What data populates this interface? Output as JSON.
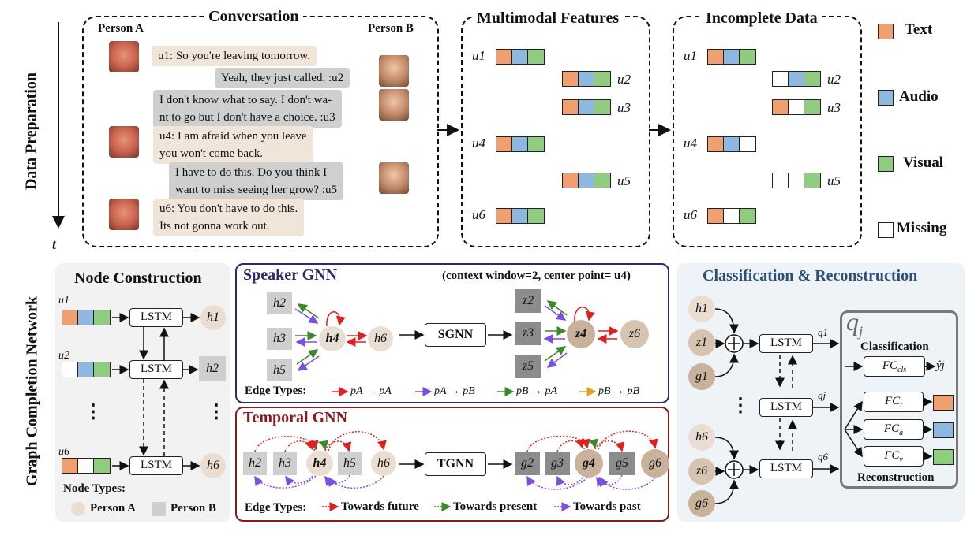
{
  "side_labels": {
    "prep": "Data Preparation",
    "gcn": "Graph Completion Network",
    "time": "t"
  },
  "conversation": {
    "title": "Conversation",
    "person_a": "Person A",
    "person_b": "Person B",
    "utterances": [
      {
        "id": "u1",
        "sub": "1",
        "speaker": "A",
        "lines": [
          "u1: So you're leaving tomorrow."
        ]
      },
      {
        "id": "u2",
        "sub": "2",
        "speaker": "B",
        "lines": [
          "Yeah, they just called. :u2"
        ]
      },
      {
        "id": "u3",
        "sub": "3",
        "speaker": "B",
        "lines": [
          "I don't know what to say. I don't wa-",
          "nt to go but I don't have a choice. :u3"
        ]
      },
      {
        "id": "u4",
        "sub": "4",
        "speaker": "A",
        "lines": [
          "u4: I am afraid when you leave",
          "you won't come back."
        ]
      },
      {
        "id": "u5",
        "sub": "5",
        "speaker": "B",
        "lines": [
          "I have to do this. Do you think I",
          "want to miss seeing her grow? :u5"
        ]
      },
      {
        "id": "u6",
        "sub": "6",
        "speaker": "A",
        "lines": [
          "u6: You don't have to do this.",
          "Its not gonna work out."
        ]
      }
    ]
  },
  "multimodal": {
    "title": "Multimodal Features"
  },
  "incomplete": {
    "title": "Incomplete Data"
  },
  "feature_labels": [
    "u1",
    "u2",
    "u3",
    "u4",
    "u5",
    "u6"
  ],
  "incomplete_pattern": [
    [
      "T",
      "A",
      "V"
    ],
    [
      "M",
      "A",
      "V"
    ],
    [
      "T",
      "M",
      "V"
    ],
    [
      "T",
      "A",
      "M"
    ],
    [
      "M",
      "M",
      "V"
    ],
    [
      "T",
      "M",
      "V"
    ]
  ],
  "legend": [
    {
      "label": "Text",
      "color": "#f0a070"
    },
    {
      "label": "Audio",
      "color": "#8fb8e0"
    },
    {
      "label": "Visual",
      "color": "#90cc80"
    },
    {
      "label": "Missing",
      "color": "#ffffff"
    }
  ],
  "node_construction": {
    "title": "Node Construction",
    "lstm": "LSTM",
    "dots": "⋮",
    "inputs": [
      "u1",
      "u2",
      "u6"
    ],
    "outputs": [
      "h1",
      "h2",
      "h6"
    ],
    "node_types_title": "Node Types:",
    "person_a": "Person A",
    "person_b": "Person B"
  },
  "speaker_gnn": {
    "title": "Speaker GNN",
    "note": "(context window=2, center point= u4)",
    "module": "SGNN",
    "left_nodes": [
      "h2",
      "h3",
      "h5",
      "h4",
      "h6"
    ],
    "right_nodes": [
      "z2",
      "z3",
      "z5",
      "z4",
      "z6"
    ],
    "edge_types_title": "Edge Types:",
    "edge_types": [
      {
        "label": "pA → pA",
        "color": "#e02020"
      },
      {
        "label": "pA → pB",
        "color": "#7b4fe0"
      },
      {
        "label": "pB → pA",
        "color": "#3a8a2a"
      },
      {
        "label": "pB → pB",
        "color": "#e0a020"
      }
    ]
  },
  "temporal_gnn": {
    "title": "Temporal GNN",
    "module": "TGNN",
    "left_nodes": [
      "h2",
      "h3",
      "h4",
      "h5",
      "h6"
    ],
    "right_nodes": [
      "g2",
      "g3",
      "g4",
      "g5",
      "g6"
    ],
    "edge_types_title": "Edge Types:",
    "edge_types": [
      {
        "label": "Towards future",
        "color": "#e02020"
      },
      {
        "label": "Towards present",
        "color": "#3a8a2a"
      },
      {
        "label": "Towards past",
        "color": "#7b4fe0"
      }
    ]
  },
  "classification": {
    "title": "Classification & Reconstruction",
    "qj": "q",
    "qj_sub": "j",
    "lstm": "LSTM",
    "dots": "⋮",
    "inputs_top": [
      "h1",
      "z1",
      "g1"
    ],
    "inputs_bottom": [
      "h6",
      "z6",
      "g6"
    ],
    "q_labels": [
      "q1",
      "qj",
      "q6"
    ],
    "classification_label": "Classification",
    "reconstruction_label": "Reconstruction",
    "fc_cls": "FC",
    "fc_cls_sub": "cls",
    "fc_t": "FC",
    "fc_t_sub": "t",
    "fc_a": "FC",
    "fc_a_sub": "a",
    "fc_v": "FC",
    "fc_v_sub": "v",
    "yhat": "ŷj"
  }
}
